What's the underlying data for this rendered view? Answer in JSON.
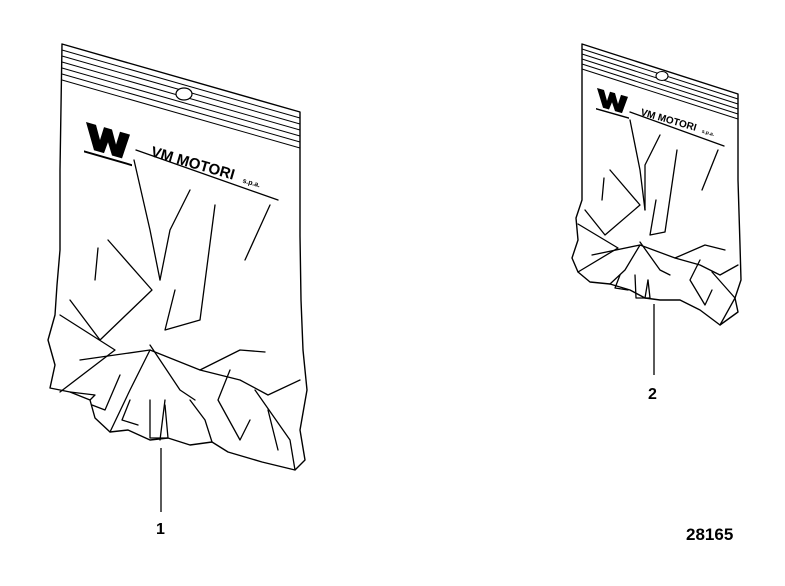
{
  "brand": {
    "name": "VM MOTORI",
    "suffix": "s.p.a."
  },
  "callouts": {
    "large_bag": "1",
    "small_bag": "2"
  },
  "reference_number": "28165"
}
